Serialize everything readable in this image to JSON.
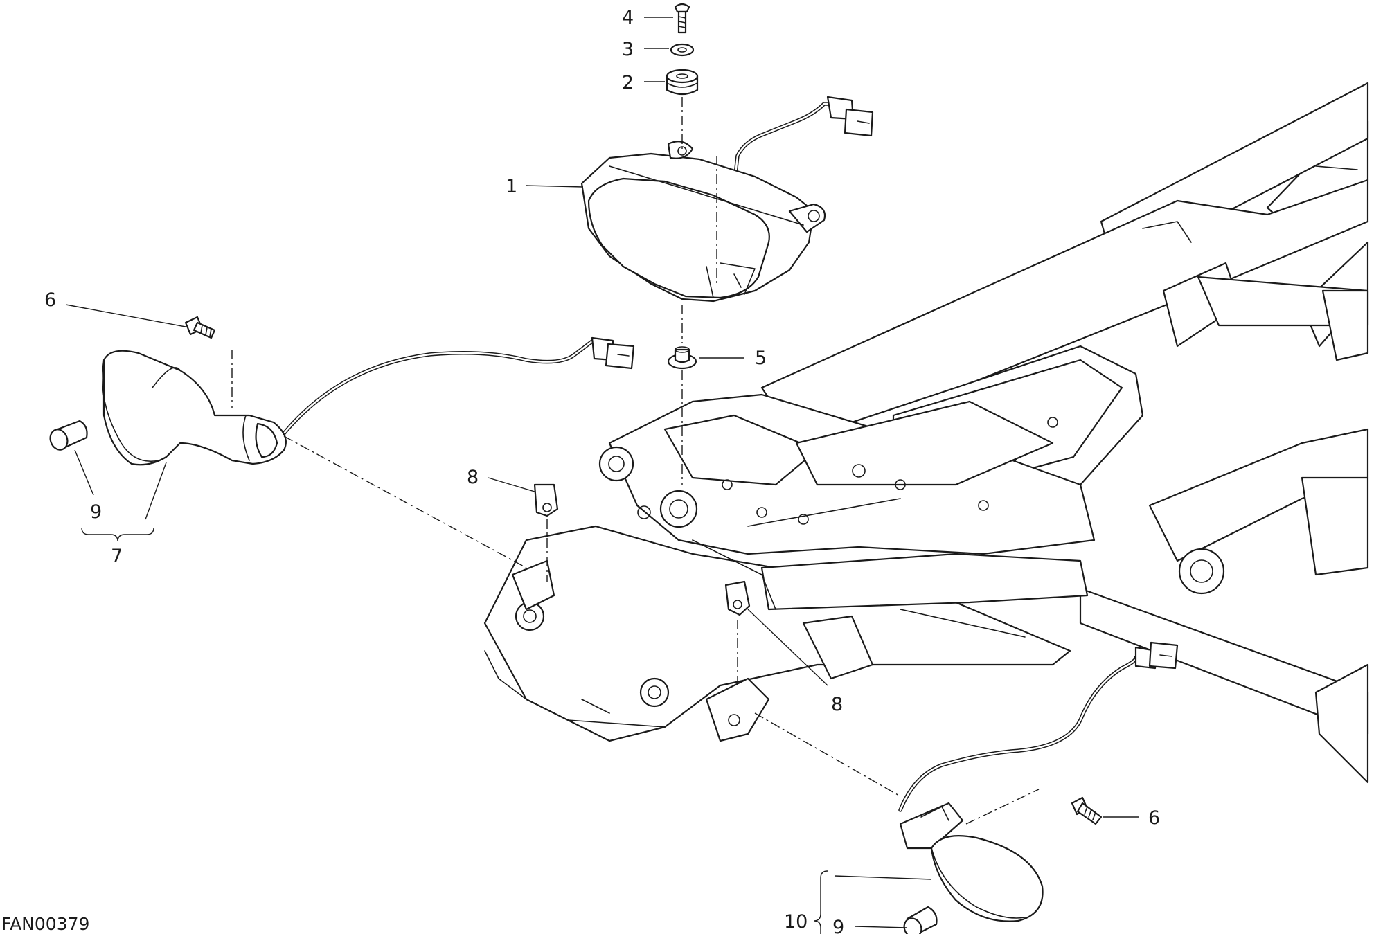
{
  "drawing_code": "FAN00379",
  "callouts": {
    "c1": "1",
    "c2": "2",
    "c3": "3",
    "c4": "4",
    "c5": "5",
    "c6a": "6",
    "c6b": "6",
    "c7": "7",
    "c8a": "8",
    "c8b": "8",
    "c9a": "9",
    "c9b": "9",
    "c10": "10"
  }
}
